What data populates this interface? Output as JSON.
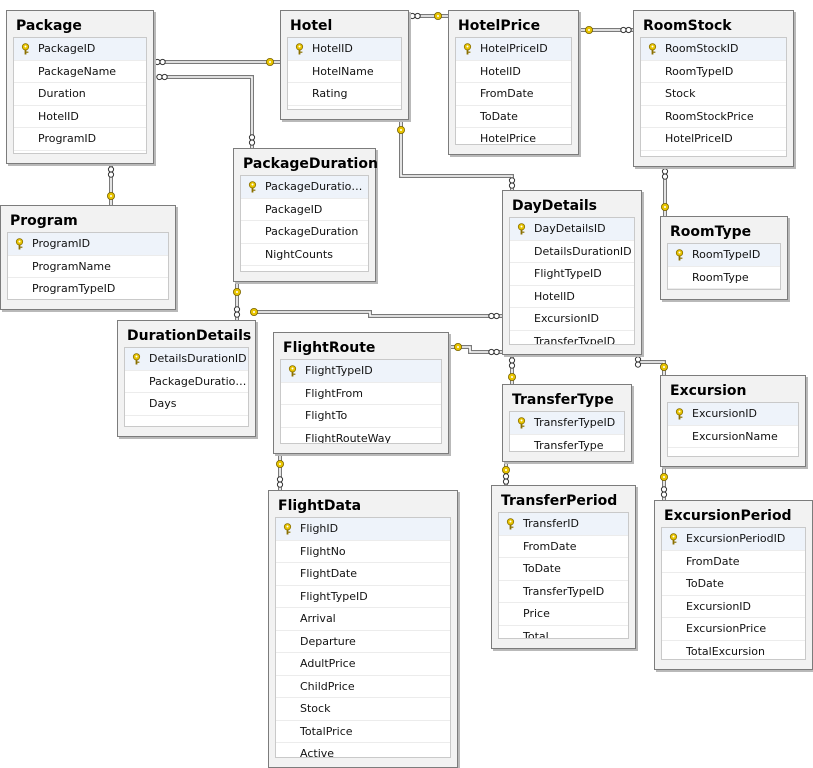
{
  "tables": [
    {
      "id": "package",
      "title": "Package",
      "columns": [
        "PackageID",
        "PackageName",
        "Duration",
        "HotelID",
        "ProgramID"
      ]
    },
    {
      "id": "hotel",
      "title": "Hotel",
      "columns": [
        "HotelID",
        "HotelName",
        "Rating"
      ]
    },
    {
      "id": "hotelprice",
      "title": "HotelPrice",
      "columns": [
        "HotelPriceID",
        "HotelID",
        "FromDate",
        "ToDate",
        "HotelPrice"
      ]
    },
    {
      "id": "roomstock",
      "title": "RoomStock",
      "columns": [
        "RoomStockID",
        "RoomTypeID",
        "Stock",
        "RoomStockPrice",
        "HotelPriceID"
      ]
    },
    {
      "id": "packageduration",
      "title": "PackageDuration",
      "columns": [
        "PackageDuration...",
        "PackageID",
        "PackageDuration",
        "NightCounts"
      ]
    },
    {
      "id": "program",
      "title": "Program",
      "columns": [
        "ProgramID",
        "ProgramName",
        "ProgramTypeID"
      ]
    },
    {
      "id": "daydetails",
      "title": "DayDetails",
      "columns": [
        "DayDetailsID",
        "DetailsDurationID",
        "FlightTypeID",
        "HotelID",
        "ExcursionID",
        "TransferTypeID"
      ]
    },
    {
      "id": "roomtype",
      "title": "RoomType",
      "columns": [
        "RoomTypeID",
        "RoomType"
      ]
    },
    {
      "id": "durationdetails",
      "title": "DurationDetails",
      "columns": [
        "DetailsDurationID",
        "PackageDuration...",
        "Days"
      ]
    },
    {
      "id": "flightroute",
      "title": "FlightRoute",
      "columns": [
        "FlightTypeID",
        "FlightFrom",
        "FlightTo",
        "FlightRouteWay"
      ]
    },
    {
      "id": "transfertype",
      "title": "TransferType",
      "columns": [
        "TransferTypeID",
        "TransferType"
      ]
    },
    {
      "id": "excursion",
      "title": "Excursion",
      "columns": [
        "ExcursionID",
        "ExcursionName"
      ]
    },
    {
      "id": "flightdata",
      "title": "FlightData",
      "columns": [
        "FlighID",
        "FlightNo",
        "FlightDate",
        "FlightTypeID",
        "Arrival",
        "Departure",
        "AdultPrice",
        "ChildPrice",
        "Stock",
        "TotalPrice",
        "Active"
      ]
    },
    {
      "id": "transferperiod",
      "title": "TransferPeriod",
      "columns": [
        "TransferID",
        "FromDate",
        "ToDate",
        "TransferTypeID",
        "Price",
        "Total"
      ]
    },
    {
      "id": "excursionperiod",
      "title": "ExcursionPeriod",
      "columns": [
        "ExcursionPeriodID",
        "FromDate",
        "ToDate",
        "ExcursionID",
        "ExcursionPrice",
        "TotalExcursion"
      ]
    }
  ],
  "colors": {
    "key": "#e8c400",
    "line": "#7a7a7a",
    "header": "#f2f2f2"
  }
}
